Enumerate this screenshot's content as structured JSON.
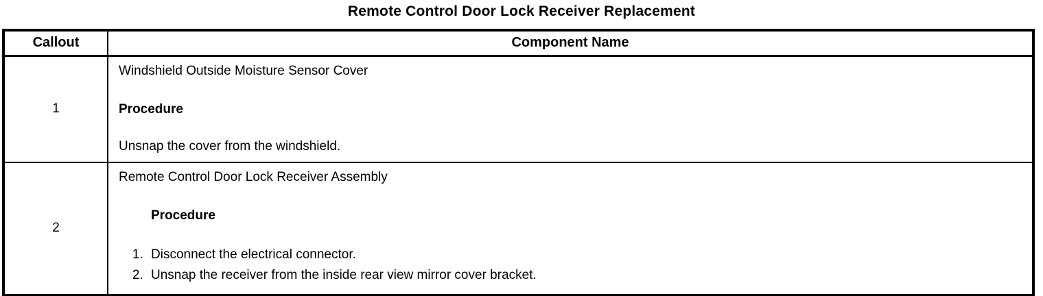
{
  "title": "Remote Control Door Lock Receiver Replacement",
  "table": {
    "headers": {
      "callout": "Callout",
      "component": "Component Name"
    },
    "rows": [
      {
        "callout": "1",
        "component_name": "Windshield Outside Moisture Sensor Cover",
        "procedure_label": "Procedure",
        "instruction": "Unsnap the cover from the windshield."
      },
      {
        "callout": "2",
        "component_name": "Remote Control Door Lock Receiver Assembly",
        "procedure_label": "Procedure",
        "steps": [
          "Disconnect the electrical connector.",
          "Unsnap the receiver from the inside rear view mirror cover bracket."
        ]
      }
    ]
  },
  "colors": {
    "text": "#000000",
    "border": "#000000",
    "background": "#ffffff"
  }
}
